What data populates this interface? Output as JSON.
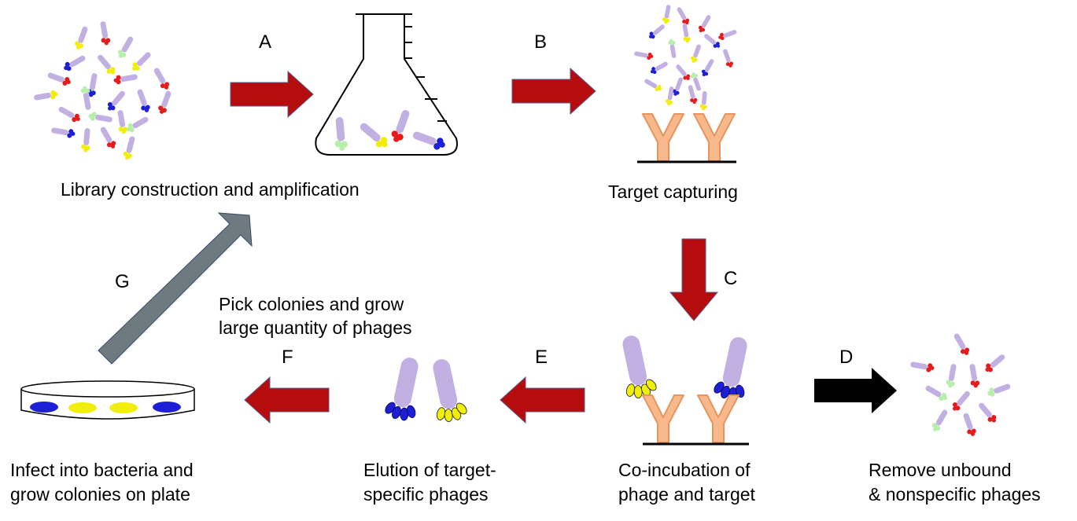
{
  "steps": {
    "a": "A",
    "b": "B",
    "c": "C",
    "d": "D",
    "e": "E",
    "f": "F",
    "g": "G"
  },
  "labels": {
    "library": "Library construction and amplification",
    "target_capturing": "Target capturing",
    "pick_line1": "Pick colonies and grow",
    "pick_line2": "large quantity of phages",
    "infect_line1": "Infect into bacteria and",
    "infect_line2": "grow colonies on plate",
    "elution_line1": "Elution of target-",
    "elution_line2": "specific phages",
    "coinc_line1": "Co-incubation of",
    "coinc_line2": "phage and target",
    "remove_line1": "Remove unbound",
    "remove_line2": "& nonspecific phages"
  },
  "colors": {
    "red_arrow": "#b50d0d",
    "black_arrow": "#000000",
    "gray_arrow": "#6f7a80",
    "phage_body": "#c3b0e3",
    "tip_red": "#e61b1b",
    "tip_blue": "#1d1fd6",
    "tip_yellow": "#f2ee0c",
    "tip_green": "#b5efa8",
    "antibody": "#f7b98c",
    "antibody_outline": "#e8945c"
  }
}
